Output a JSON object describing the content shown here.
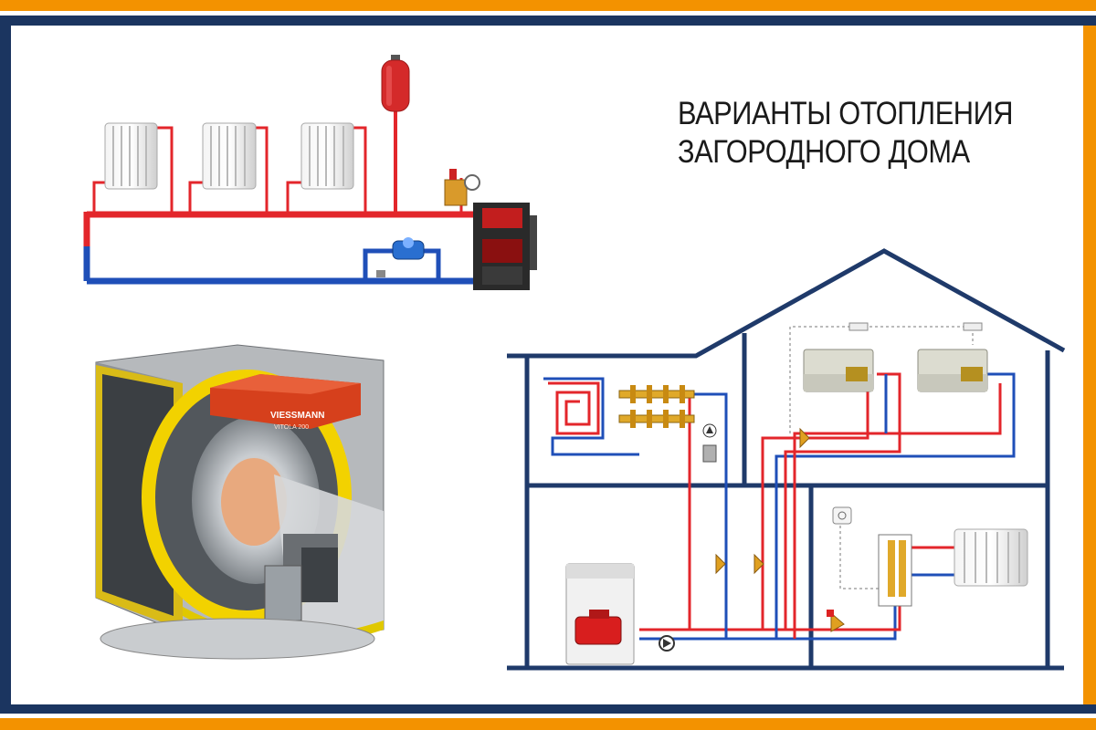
{
  "title": {
    "line1": "ВАРИАНТЫ ОТОПЛЕНИЯ",
    "line2": "ЗАГОРОДНОГО ДОМА"
  },
  "boiler": {
    "brand": "VIESSMANN",
    "model": "VITOLA 200"
  },
  "colors": {
    "frame_orange": "#f39200",
    "frame_navy": "#1b3560",
    "supply_red": "#e3262b",
    "return_blue": "#1f4fb8",
    "house_outline": "#1f3a6a",
    "tank_red": "#d42a2a"
  }
}
